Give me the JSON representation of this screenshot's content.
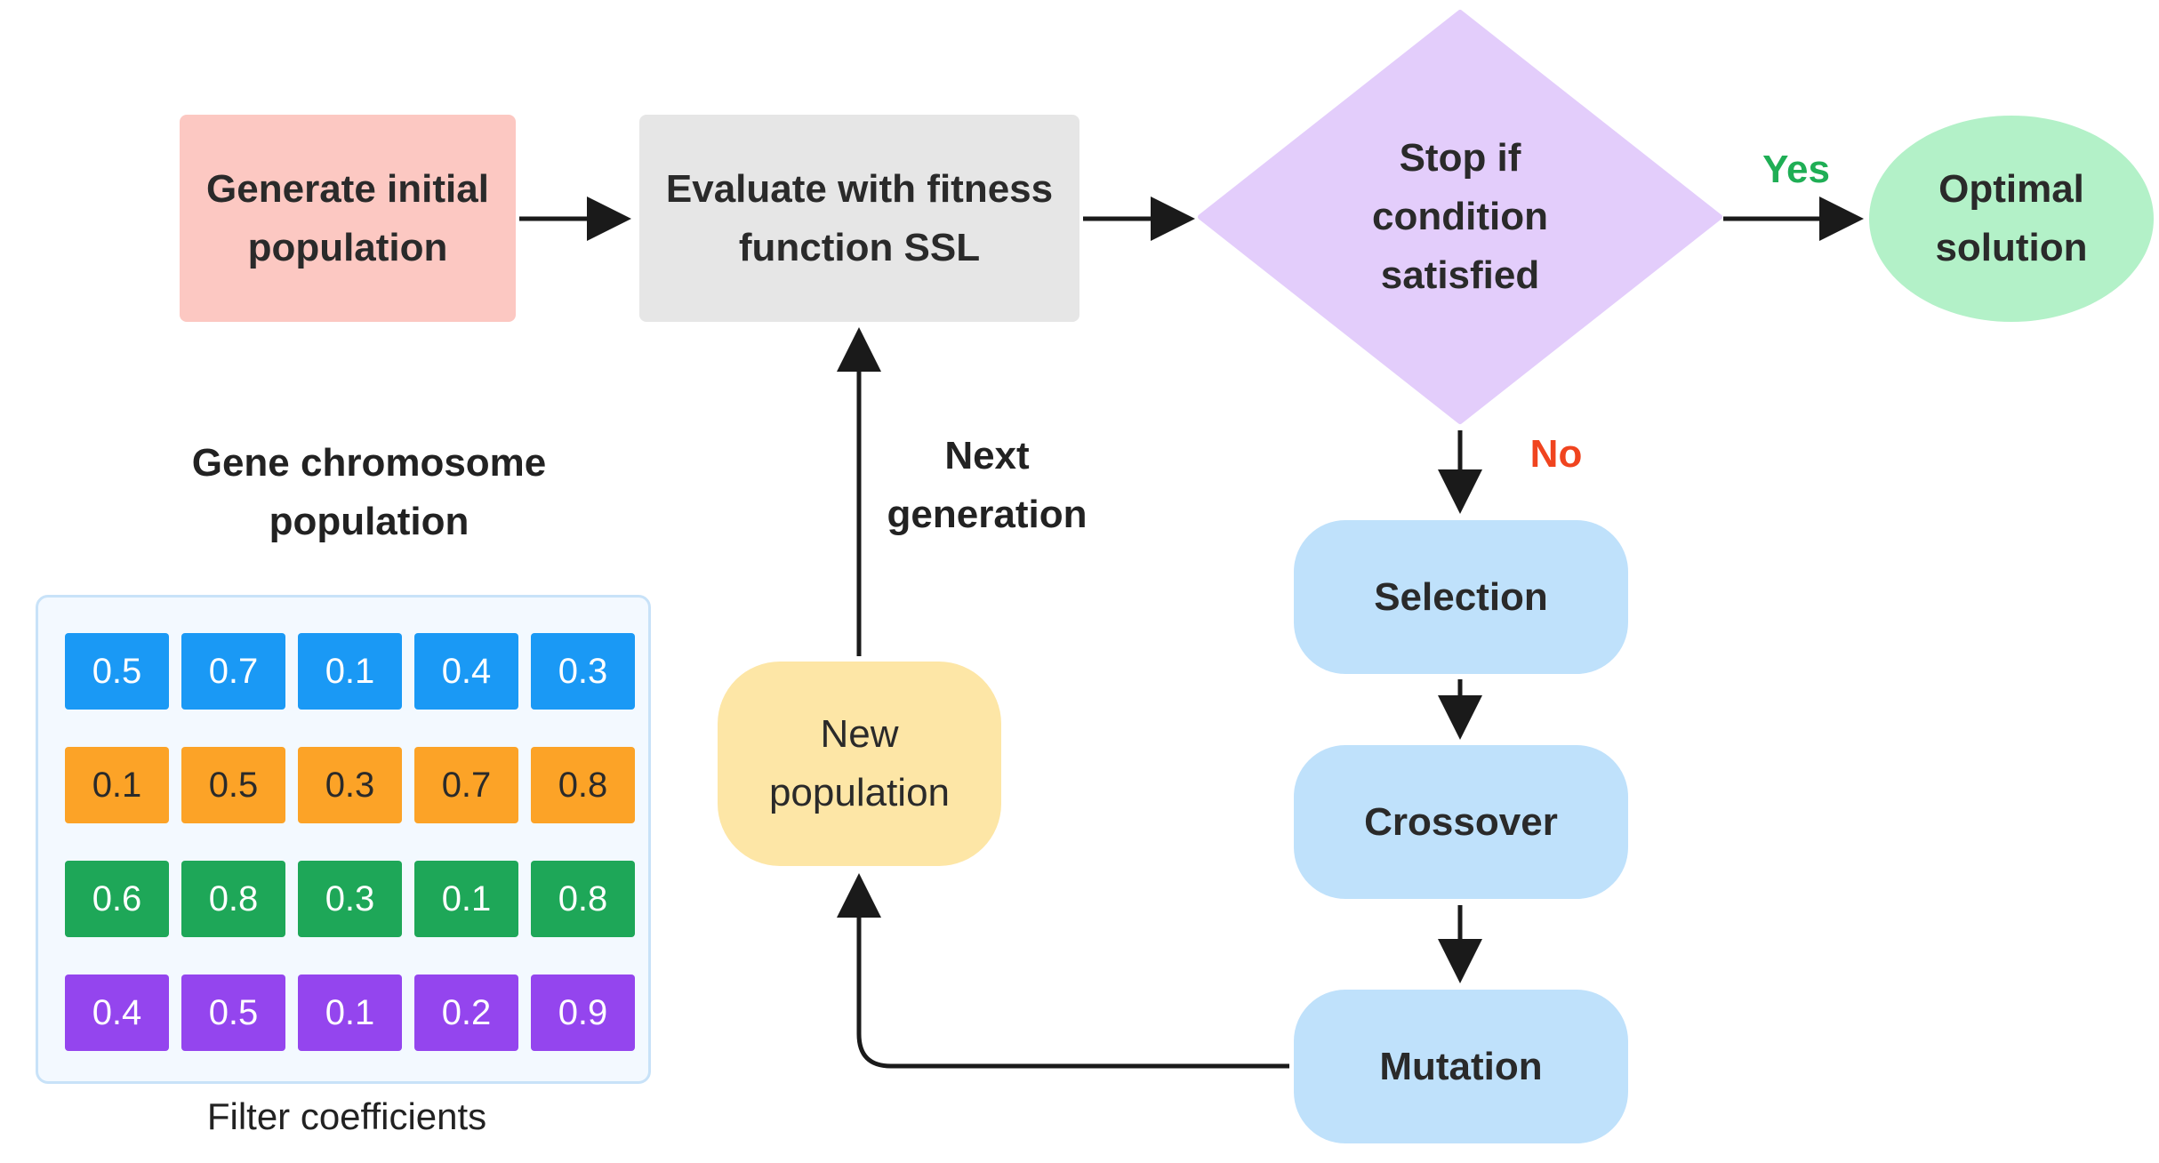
{
  "nodes": {
    "generate": [
      "Generate initial",
      "population"
    ],
    "evaluate": [
      "Evaluate with fitness",
      "function SSL"
    ],
    "stop": [
      "Stop if",
      "condition",
      "satisfied"
    ],
    "optimal": [
      "Optimal",
      "solution"
    ],
    "selection": "Selection",
    "crossover": "Crossover",
    "mutation": "Mutation",
    "new_population": [
      "New",
      "population"
    ]
  },
  "labels": {
    "yes": "Yes",
    "no": "No",
    "next_generation": [
      "Next",
      "generation"
    ],
    "gene_chromosome": [
      "Gene chromosome",
      "population"
    ],
    "filter_coefficients": "Filter coefficients"
  },
  "matrix": {
    "rows": [
      [
        "0.5",
        "0.7",
        "0.1",
        "0.4",
        "0.3"
      ],
      [
        "0.1",
        "0.5",
        "0.3",
        "0.7",
        "0.8"
      ],
      [
        "0.6",
        "0.8",
        "0.3",
        "0.1",
        "0.8"
      ],
      [
        "0.4",
        "0.5",
        "0.1",
        "0.2",
        "0.9"
      ]
    ]
  },
  "colors": {
    "generate": "#fcc8c2",
    "evaluate": "#e6e6e6",
    "decision": "#e3cdfb",
    "optimal": "#b3f1c8",
    "ga_step": "#bfe1fb",
    "new_population": "#fde6a6",
    "yes": "#1fae55",
    "no": "#f0441f",
    "row_1": "#1a99f5",
    "row_2": "#fca327",
    "row_3": "#1ea758",
    "row_4": "#9445ee"
  }
}
